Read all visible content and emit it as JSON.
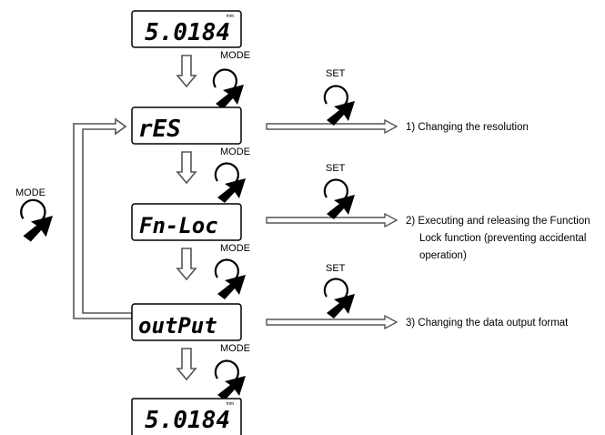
{
  "displays": {
    "top": "5.0184",
    "top_unit": "mm",
    "res": "rES",
    "fnloc": "Fn-Loc",
    "output": "outPut",
    "bottom": "5.0184",
    "bottom_unit": "mm"
  },
  "buttons": {
    "mode": "MODE",
    "set": "SET"
  },
  "descriptions": {
    "item1": "1) Changing the resolution",
    "item2_line1": "2) Executing and releasing the Function",
    "item2_line2": "Lock function (preventing accidental",
    "item2_line3": "operation)",
    "item3": "3) Changing the data output format"
  }
}
